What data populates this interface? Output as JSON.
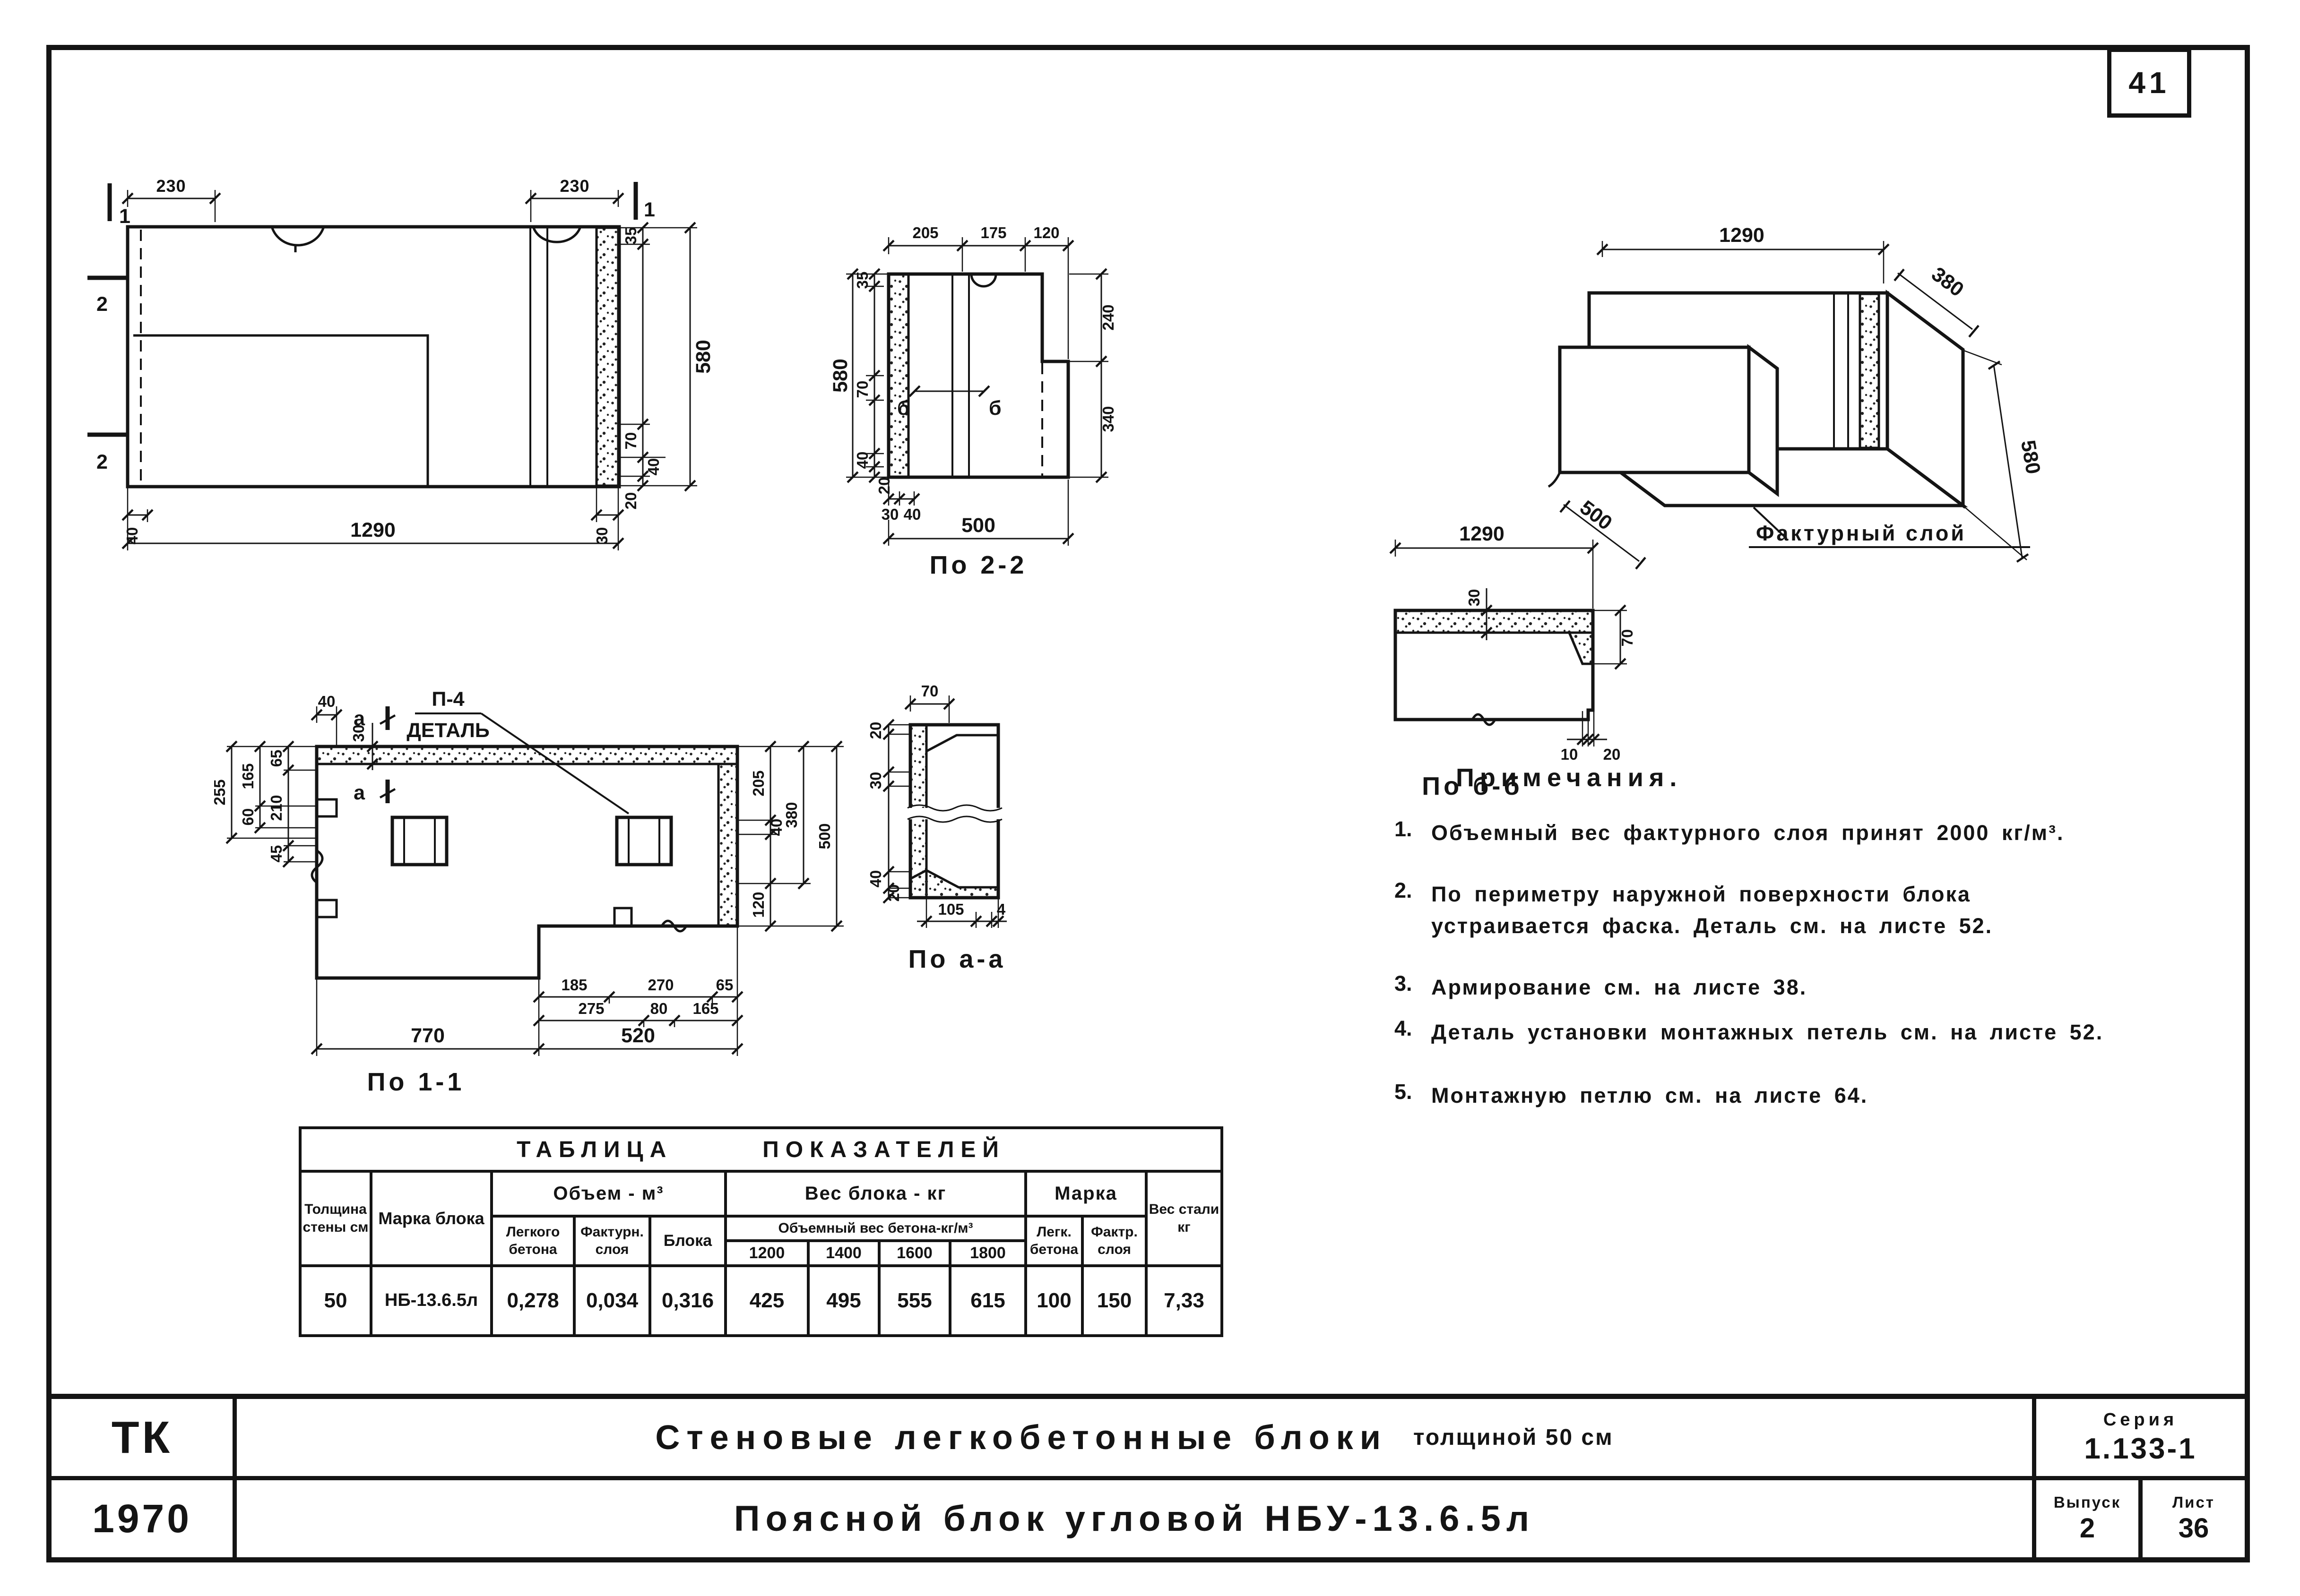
{
  "page": {
    "number": "41"
  },
  "drawings": {
    "front": {
      "dim_230_left": "230",
      "dim_230_right": "230",
      "mark_1_left": "1",
      "mark_1_right": "1",
      "mark_2_top": "2",
      "mark_2_bottom": "2",
      "dim_35": "35",
      "dim_70": "70",
      "dim_40_right": "40",
      "dim_20": "20",
      "dim_580": "580",
      "dim_40_bottom": "40",
      "dim_30_bottom": "30",
      "dim_1290": "1290"
    },
    "s22": {
      "caption": "По 2-2",
      "dim_205": "205",
      "dim_175": "175",
      "dim_120": "120",
      "dim_35": "35",
      "dim_580": "580",
      "dim_70": "70",
      "dim_40_left": "40",
      "dim_20": "20",
      "mark_b_left": "б",
      "mark_b_right": "б",
      "dim_240": "240",
      "dim_340": "340",
      "dim_30_bottom": "30",
      "dim_40_bottom": "40",
      "dim_500": "500"
    },
    "iso": {
      "dim_1290": "1290",
      "dim_380": "380",
      "dim_500": "500",
      "dim_580": "580",
      "label_facture": "Фактурный слой"
    },
    "sbb": {
      "caption": "По б-б",
      "dim_1290": "1290",
      "dim_30": "30",
      "dim_70": "70",
      "dim_10": "10",
      "dim_20": "20"
    },
    "p11": {
      "caption": "По 1-1",
      "dim_40_top": "40",
      "dim_30_top": "30",
      "mark_a_top": "а",
      "mark_a_bottom": "а",
      "detail_line1": "П-4",
      "detail_line2": "ДЕТАЛЬ",
      "dim_65": "65",
      "dim_255": "255",
      "dim_60": "60",
      "dim_165_left": "165",
      "dim_210": "210",
      "dim_45": "45",
      "dim_205": "205",
      "dim_380": "380",
      "dim_500": "500",
      "dim_40_right": "40",
      "dim_120": "120",
      "dim_185": "185",
      "dim_270": "270",
      "dim_65_bottom": "65",
      "dim_275": "275",
      "dim_80": "80",
      "dim_165_bottom": "165",
      "dim_770": "770",
      "dim_520": "520"
    },
    "saa": {
      "caption": "По а-а",
      "dim_70": "70",
      "dim_20_top": "20",
      "dim_30": "30",
      "dim_40": "40",
      "dim_20_bottom": "20",
      "dim_105": "105",
      "dim_4": "4"
    }
  },
  "notes": {
    "title": "Примечания.",
    "items": [
      {
        "num": "1.",
        "text": "Объемный вес фактурного слоя принят 2000 кг/м³."
      },
      {
        "num": "2.",
        "text": "По периметру наружной поверхности блока устраивается фаска. Деталь см. на листе 52."
      },
      {
        "num": "3.",
        "text": "Армирование см. на листе 38."
      },
      {
        "num": "4.",
        "text": "Деталь установки монтажных петель см. на листе 52."
      },
      {
        "num": "5.",
        "text": "Монтажную петлю см. на листе 64."
      }
    ]
  },
  "table": {
    "title_word1": "ТАБЛИЦА",
    "title_word2": "ПОКАЗАТЕЛЕЙ",
    "col_thickness": "Толщина стены см",
    "col_mark": "Марка блока",
    "col_volume": "Объем - м³",
    "col_vol_light": "Легкого бетона",
    "col_vol_fact": "Фактурн. слоя",
    "col_vol_block": "Блока",
    "col_weight": "Вес блока - кг",
    "col_weight_sub": "Объемный вес бетона-кг/м³",
    "w1200": "1200",
    "w1400": "1400",
    "w1600": "1600",
    "w1800": "1800",
    "col_mark2": "Марка",
    "col_mark_light": "Легк. бетона",
    "col_mark_fact": "Фактр. слоя",
    "col_steel": "Вес стали кг",
    "row": {
      "thickness": "50",
      "mark": "НБ-13.6.5л",
      "vol_light": "0,278",
      "vol_fact": "0,034",
      "vol_block": "0,316",
      "w1200": "425",
      "w1400": "495",
      "w1600": "555",
      "w1800": "615",
      "mark_light": "100",
      "mark_fact": "150",
      "steel": "7,33"
    }
  },
  "titleblock": {
    "org": "ТК",
    "year": "1970",
    "title1_main": "Стеновые легкобетонные блоки",
    "title1_note": "толщиной 50 см",
    "title2": "Поясной блок угловой НБУ-13.6.5л",
    "series_label": "Серия",
    "series_value": "1.133-1",
    "issue_label": "Выпуск",
    "issue_value": "2",
    "sheet_label": "Лист",
    "sheet_value": "36"
  }
}
